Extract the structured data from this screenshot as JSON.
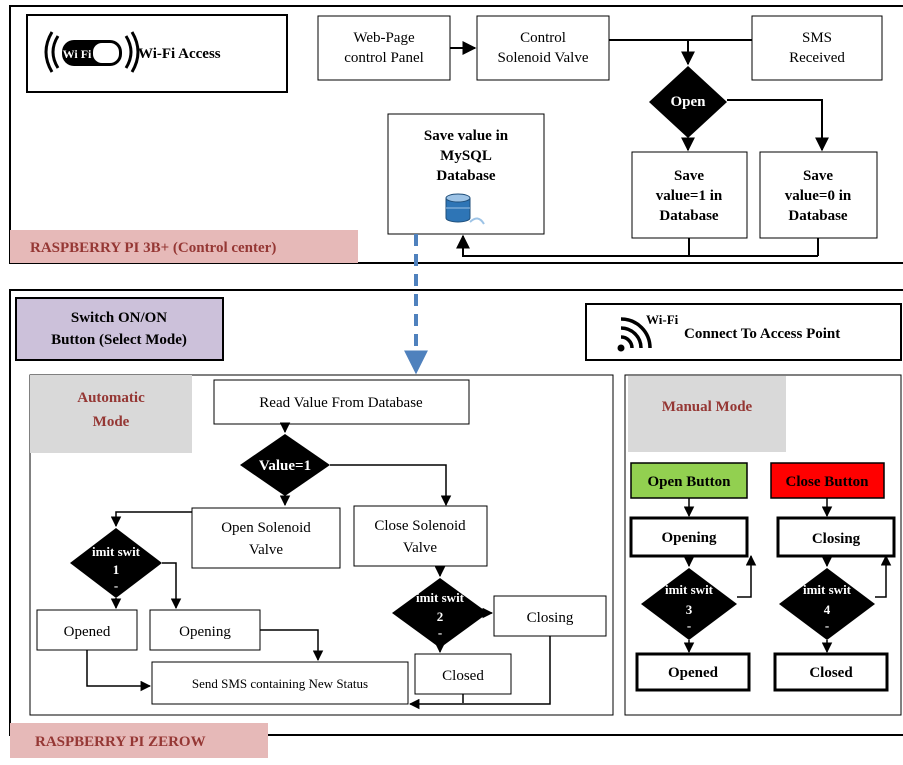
{
  "top_panel": {
    "wifi_logo_text": "Wi Fi",
    "wifi_access_label": "Wi-Fi Access",
    "web_panel": [
      "Web-Page",
      "control Panel"
    ],
    "control_valve": [
      "Control",
      "Solenoid Valve"
    ],
    "sms_received": [
      "SMS",
      "Received"
    ],
    "open_decision": "Open",
    "save_mysql": [
      "Save value in",
      "MySQL",
      "Database"
    ],
    "save_1": [
      "Save",
      "value=1 in",
      "Database"
    ],
    "save_0": [
      "Save",
      "value=0 in",
      "Database"
    ],
    "footer_label": "RASPBERRY PI 3B+ (Control center)"
  },
  "bottom_panel": {
    "switch_button": [
      "Switch ON/ON",
      "Button (Select Mode)"
    ],
    "wifi_superscript": "Wi-Fi",
    "connect_ap": "Connect To Access Point",
    "footer_label": "RASPBERRY PI ZEROW"
  },
  "automatic": {
    "title": [
      "Automatic",
      "Mode"
    ],
    "read_value": "Read  Value From Database",
    "decision": "Value=1",
    "open_valve": [
      "Open Solenoid",
      "Valve"
    ],
    "close_valve": [
      "Close Solenoid",
      "Valve"
    ],
    "limit1": [
      "imit swit",
      "1",
      "-"
    ],
    "limit2": [
      "imit swit",
      "2",
      "-"
    ],
    "opened": "Opened",
    "opening": "Opening",
    "closing": "Closing",
    "closed": "Closed",
    "send_sms": "Send SMS containing New Status"
  },
  "manual": {
    "title": "Manual Mode",
    "open_button": "Open Button",
    "close_button": "Close Button",
    "opening": "Opening",
    "closing": "Closing",
    "limit3": [
      "imit swit",
      "3",
      "-"
    ],
    "limit4": [
      "imit swit",
      "4",
      "-"
    ],
    "opened": "Opened",
    "closed": "Closed"
  },
  "colors": {
    "footer_bg": "#e6b9b8",
    "switch_bg": "#ccc1da",
    "mode_title_bg": "#d9d9d9",
    "mode_title_text": "#953734",
    "open_button_bg": "#92d050",
    "close_button_bg": "#ff0000",
    "dashed_arrow": "#4f81bd"
  }
}
